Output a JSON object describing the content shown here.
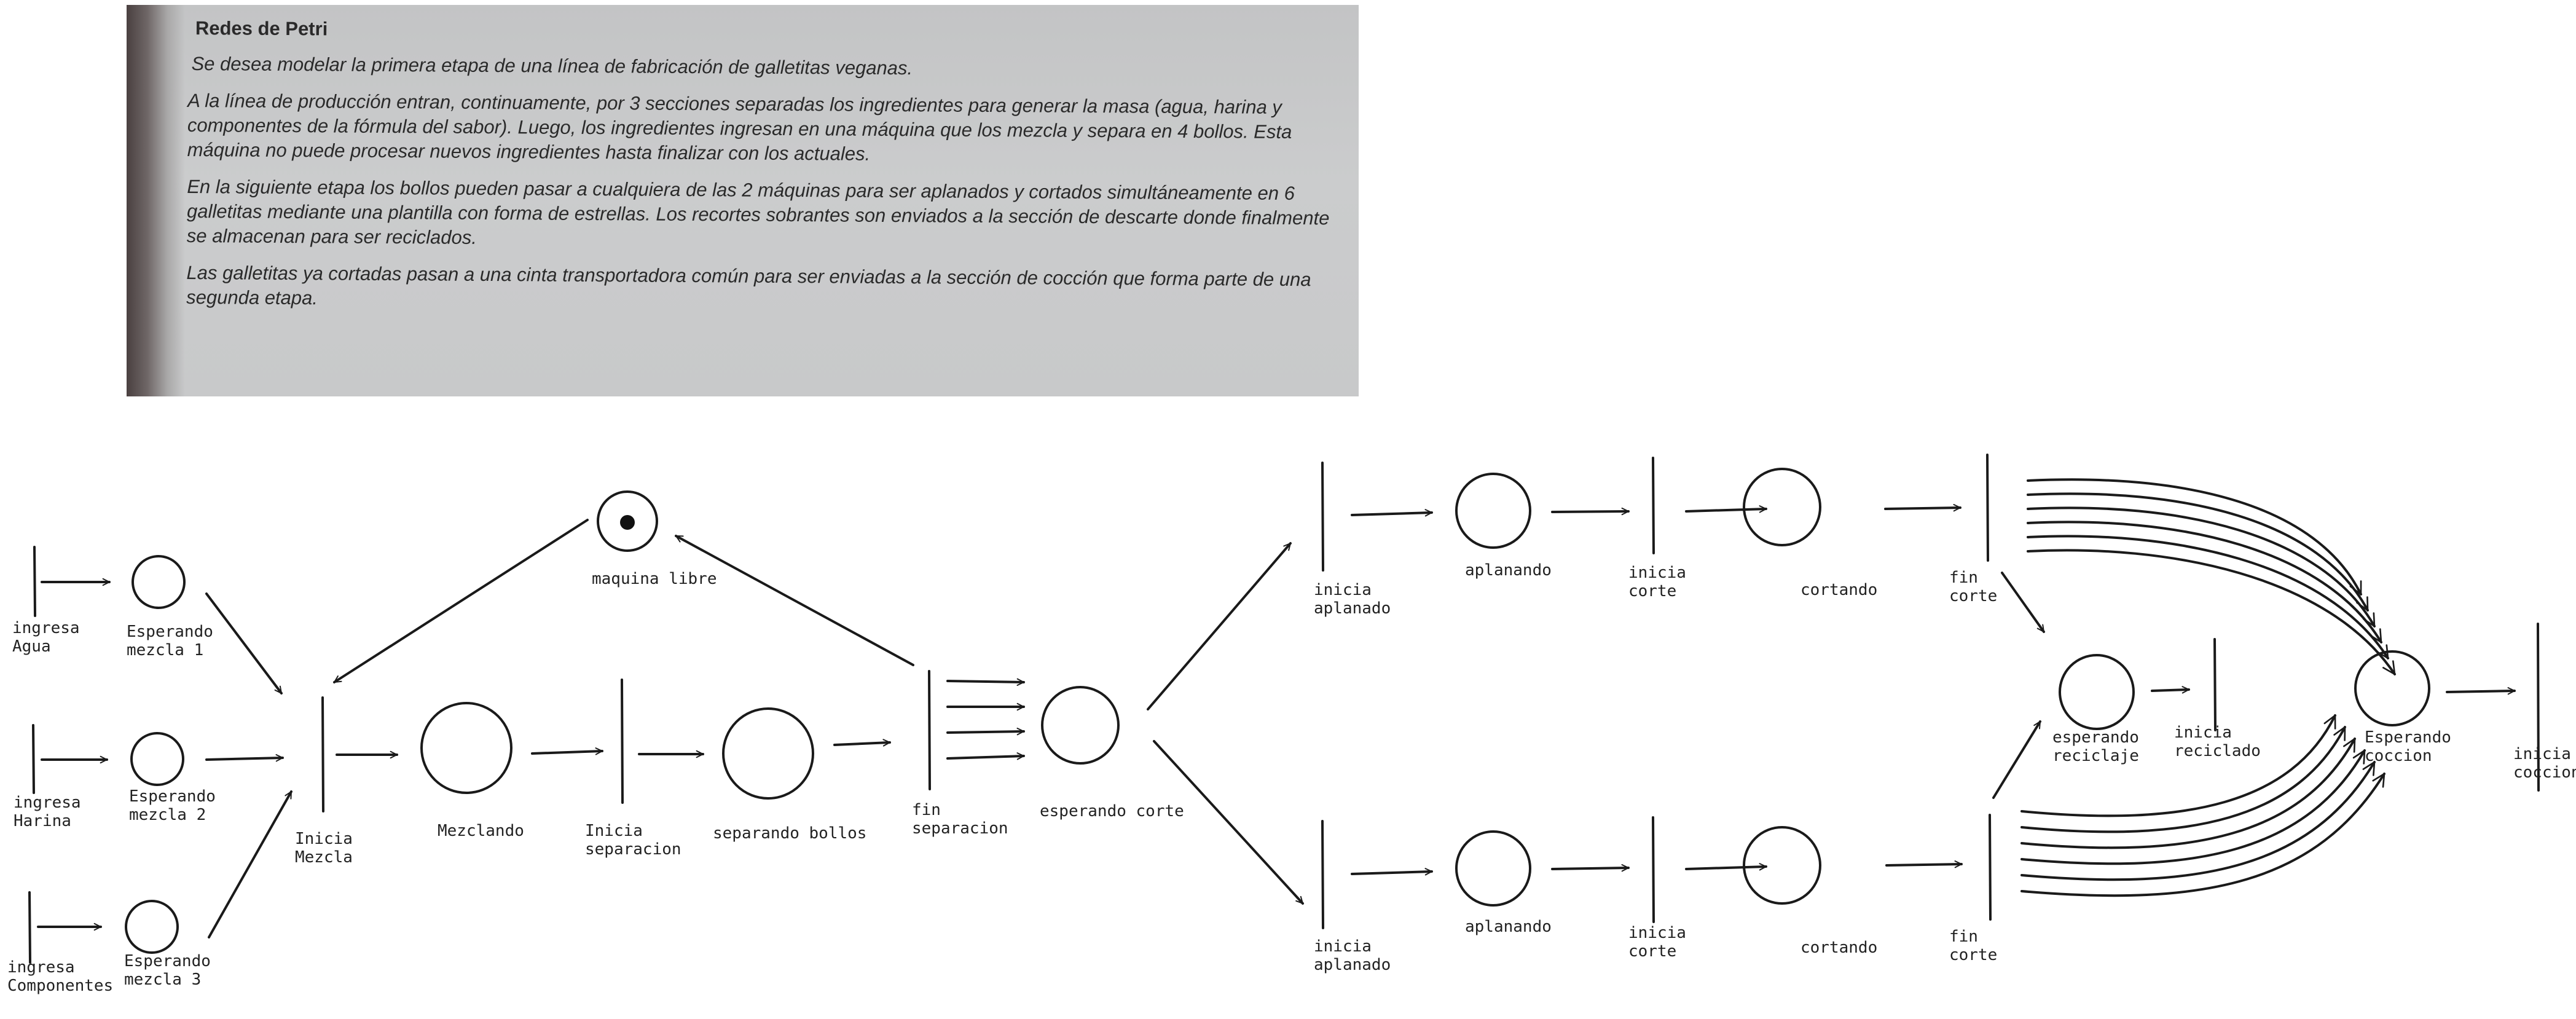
{
  "photo": {
    "title": "Redes de Petri",
    "paragraphs": [
      "Se desea modelar la primera etapa de una línea de fabricación de galletitas veganas.",
      "A la línea de producción entran, continuamente, por 3 secciones separadas los ingredientes para generar la masa (agua, harina y componentes de la fórmula del sabor). Luego, los ingredientes ingresan en una máquina que los mezcla y separa en 4 bollos. Esta máquina no puede procesar nuevos ingredientes hasta finalizar con los actuales.",
      "En la siguiente etapa los bollos pueden pasar a cualquiera de las 2 máquinas para ser aplanados y cortados simultáneamente en 6 galletitas mediante una plantilla con forma de estrellas. Los recortes sobrantes son enviados a la sección de descarte donde finalmente se almacenan para ser reciclados.",
      "Las galletitas ya cortadas pasan a una cinta transportadora común para ser enviadas a la sección de cocción que forma parte de una segunda etapa."
    ]
  },
  "diagram": {
    "places": [
      {
        "id": "esperando-mezcla-1",
        "label": [
          "Esperando",
          "mezcla 1"
        ],
        "tokens": 0
      },
      {
        "id": "esperando-mezcla-2",
        "label": [
          "Esperando",
          "mezcla 2"
        ],
        "tokens": 0
      },
      {
        "id": "esperando-mezcla-3",
        "label": [
          "Esperando",
          "mezcla 3"
        ],
        "tokens": 0
      },
      {
        "id": "maquina-libre",
        "label": [
          "maquina libre"
        ],
        "tokens": 1
      },
      {
        "id": "mezclando",
        "label": [
          "Mezclando"
        ],
        "tokens": 0
      },
      {
        "id": "separando-bollos",
        "label": [
          "separando bollos"
        ],
        "tokens": 0
      },
      {
        "id": "esperando-corte",
        "label": [
          "esperando corte"
        ],
        "tokens": 0
      },
      {
        "id": "aplanando-1",
        "label": [
          "aplanando"
        ],
        "tokens": 0
      },
      {
        "id": "cortando-1",
        "label": [
          "cortando"
        ],
        "tokens": 0
      },
      {
        "id": "aplanando-2",
        "label": [
          "aplanando"
        ],
        "tokens": 0
      },
      {
        "id": "cortando-2",
        "label": [
          "cortando"
        ],
        "tokens": 0
      },
      {
        "id": "esperando-reciclaje",
        "label": [
          "esperando",
          "reciclaje"
        ],
        "tokens": 0
      },
      {
        "id": "esperando-coccion",
        "label": [
          "Esperando",
          "coccion"
        ],
        "tokens": 0
      }
    ],
    "transitions": [
      {
        "id": "ingresa-agua",
        "label": [
          "ingresa",
          "Agua"
        ]
      },
      {
        "id": "ingresa-harina",
        "label": [
          "ingresa",
          "Harina"
        ]
      },
      {
        "id": "ingresa-componentes",
        "label": [
          "ingresa",
          "Componentes"
        ]
      },
      {
        "id": "inicia-mezcla",
        "label": [
          "Inicia",
          "Mezcla"
        ]
      },
      {
        "id": "inicia-separacion",
        "label": [
          "Inicia",
          "separacion"
        ]
      },
      {
        "id": "fin-separacion",
        "label": [
          "fin",
          "separacion"
        ]
      },
      {
        "id": "inicia-aplanado-1",
        "label": [
          "inicia",
          "aplanado"
        ]
      },
      {
        "id": "inicia-corte-1",
        "label": [
          "inicia",
          "corte"
        ]
      },
      {
        "id": "fin-corte-1",
        "label": [
          "fin",
          "corte"
        ]
      },
      {
        "id": "inicia-aplanado-2",
        "label": [
          "inicia",
          "aplanado"
        ]
      },
      {
        "id": "inicia-corte-2",
        "label": [
          "inicia",
          "corte"
        ]
      },
      {
        "id": "fin-corte-2",
        "label": [
          "fin",
          "corte"
        ]
      },
      {
        "id": "inicia-reciclado",
        "label": [
          "inicia",
          "reciclado"
        ]
      },
      {
        "id": "inicia-coccion",
        "label": [
          "inicia",
          "coccion"
        ]
      }
    ],
    "arcs": [
      {
        "from": "ingresa-agua",
        "to": "esperando-mezcla-1",
        "multiplicity": 1
      },
      {
        "from": "ingresa-harina",
        "to": "esperando-mezcla-2",
        "multiplicity": 1
      },
      {
        "from": "ingresa-componentes",
        "to": "esperando-mezcla-3",
        "multiplicity": 1
      },
      {
        "from": "esperando-mezcla-1",
        "to": "inicia-mezcla",
        "multiplicity": 1
      },
      {
        "from": "esperando-mezcla-2",
        "to": "inicia-mezcla",
        "multiplicity": 1
      },
      {
        "from": "esperando-mezcla-3",
        "to": "inicia-mezcla",
        "multiplicity": 1
      },
      {
        "from": "maquina-libre",
        "to": "inicia-mezcla",
        "multiplicity": 1
      },
      {
        "from": "inicia-mezcla",
        "to": "mezclando",
        "multiplicity": 1
      },
      {
        "from": "mezclando",
        "to": "inicia-separacion",
        "multiplicity": 1
      },
      {
        "from": "inicia-separacion",
        "to": "separando-bollos",
        "multiplicity": 1
      },
      {
        "from": "separando-bollos",
        "to": "fin-separacion",
        "multiplicity": 1
      },
      {
        "from": "fin-separacion",
        "to": "maquina-libre",
        "multiplicity": 1
      },
      {
        "from": "fin-separacion",
        "to": "esperando-corte",
        "multiplicity": 4
      },
      {
        "from": "esperando-corte",
        "to": "inicia-aplanado-1",
        "multiplicity": 1
      },
      {
        "from": "esperando-corte",
        "to": "inicia-aplanado-2",
        "multiplicity": 1
      },
      {
        "from": "inicia-aplanado-1",
        "to": "aplanando-1",
        "multiplicity": 1
      },
      {
        "from": "aplanando-1",
        "to": "inicia-corte-1",
        "multiplicity": 1
      },
      {
        "from": "inicia-corte-1",
        "to": "cortando-1",
        "multiplicity": 1
      },
      {
        "from": "cortando-1",
        "to": "fin-corte-1",
        "multiplicity": 1
      },
      {
        "from": "fin-corte-1",
        "to": "esperando-coccion",
        "multiplicity": 6
      },
      {
        "from": "fin-corte-1",
        "to": "esperando-reciclaje",
        "multiplicity": 1
      },
      {
        "from": "inicia-aplanado-2",
        "to": "aplanando-2",
        "multiplicity": 1
      },
      {
        "from": "aplanando-2",
        "to": "inicia-corte-2",
        "multiplicity": 1
      },
      {
        "from": "inicia-corte-2",
        "to": "cortando-2",
        "multiplicity": 1
      },
      {
        "from": "cortando-2",
        "to": "fin-corte-2",
        "multiplicity": 1
      },
      {
        "from": "fin-corte-2",
        "to": "esperando-coccion",
        "multiplicity": 6
      },
      {
        "from": "fin-corte-2",
        "to": "esperando-reciclaje",
        "multiplicity": 1
      },
      {
        "from": "esperando-reciclaje",
        "to": "inicia-reciclado",
        "multiplicity": 1
      },
      {
        "from": "esperando-coccion",
        "to": "inicia-coccion",
        "multiplicity": 1
      }
    ]
  }
}
